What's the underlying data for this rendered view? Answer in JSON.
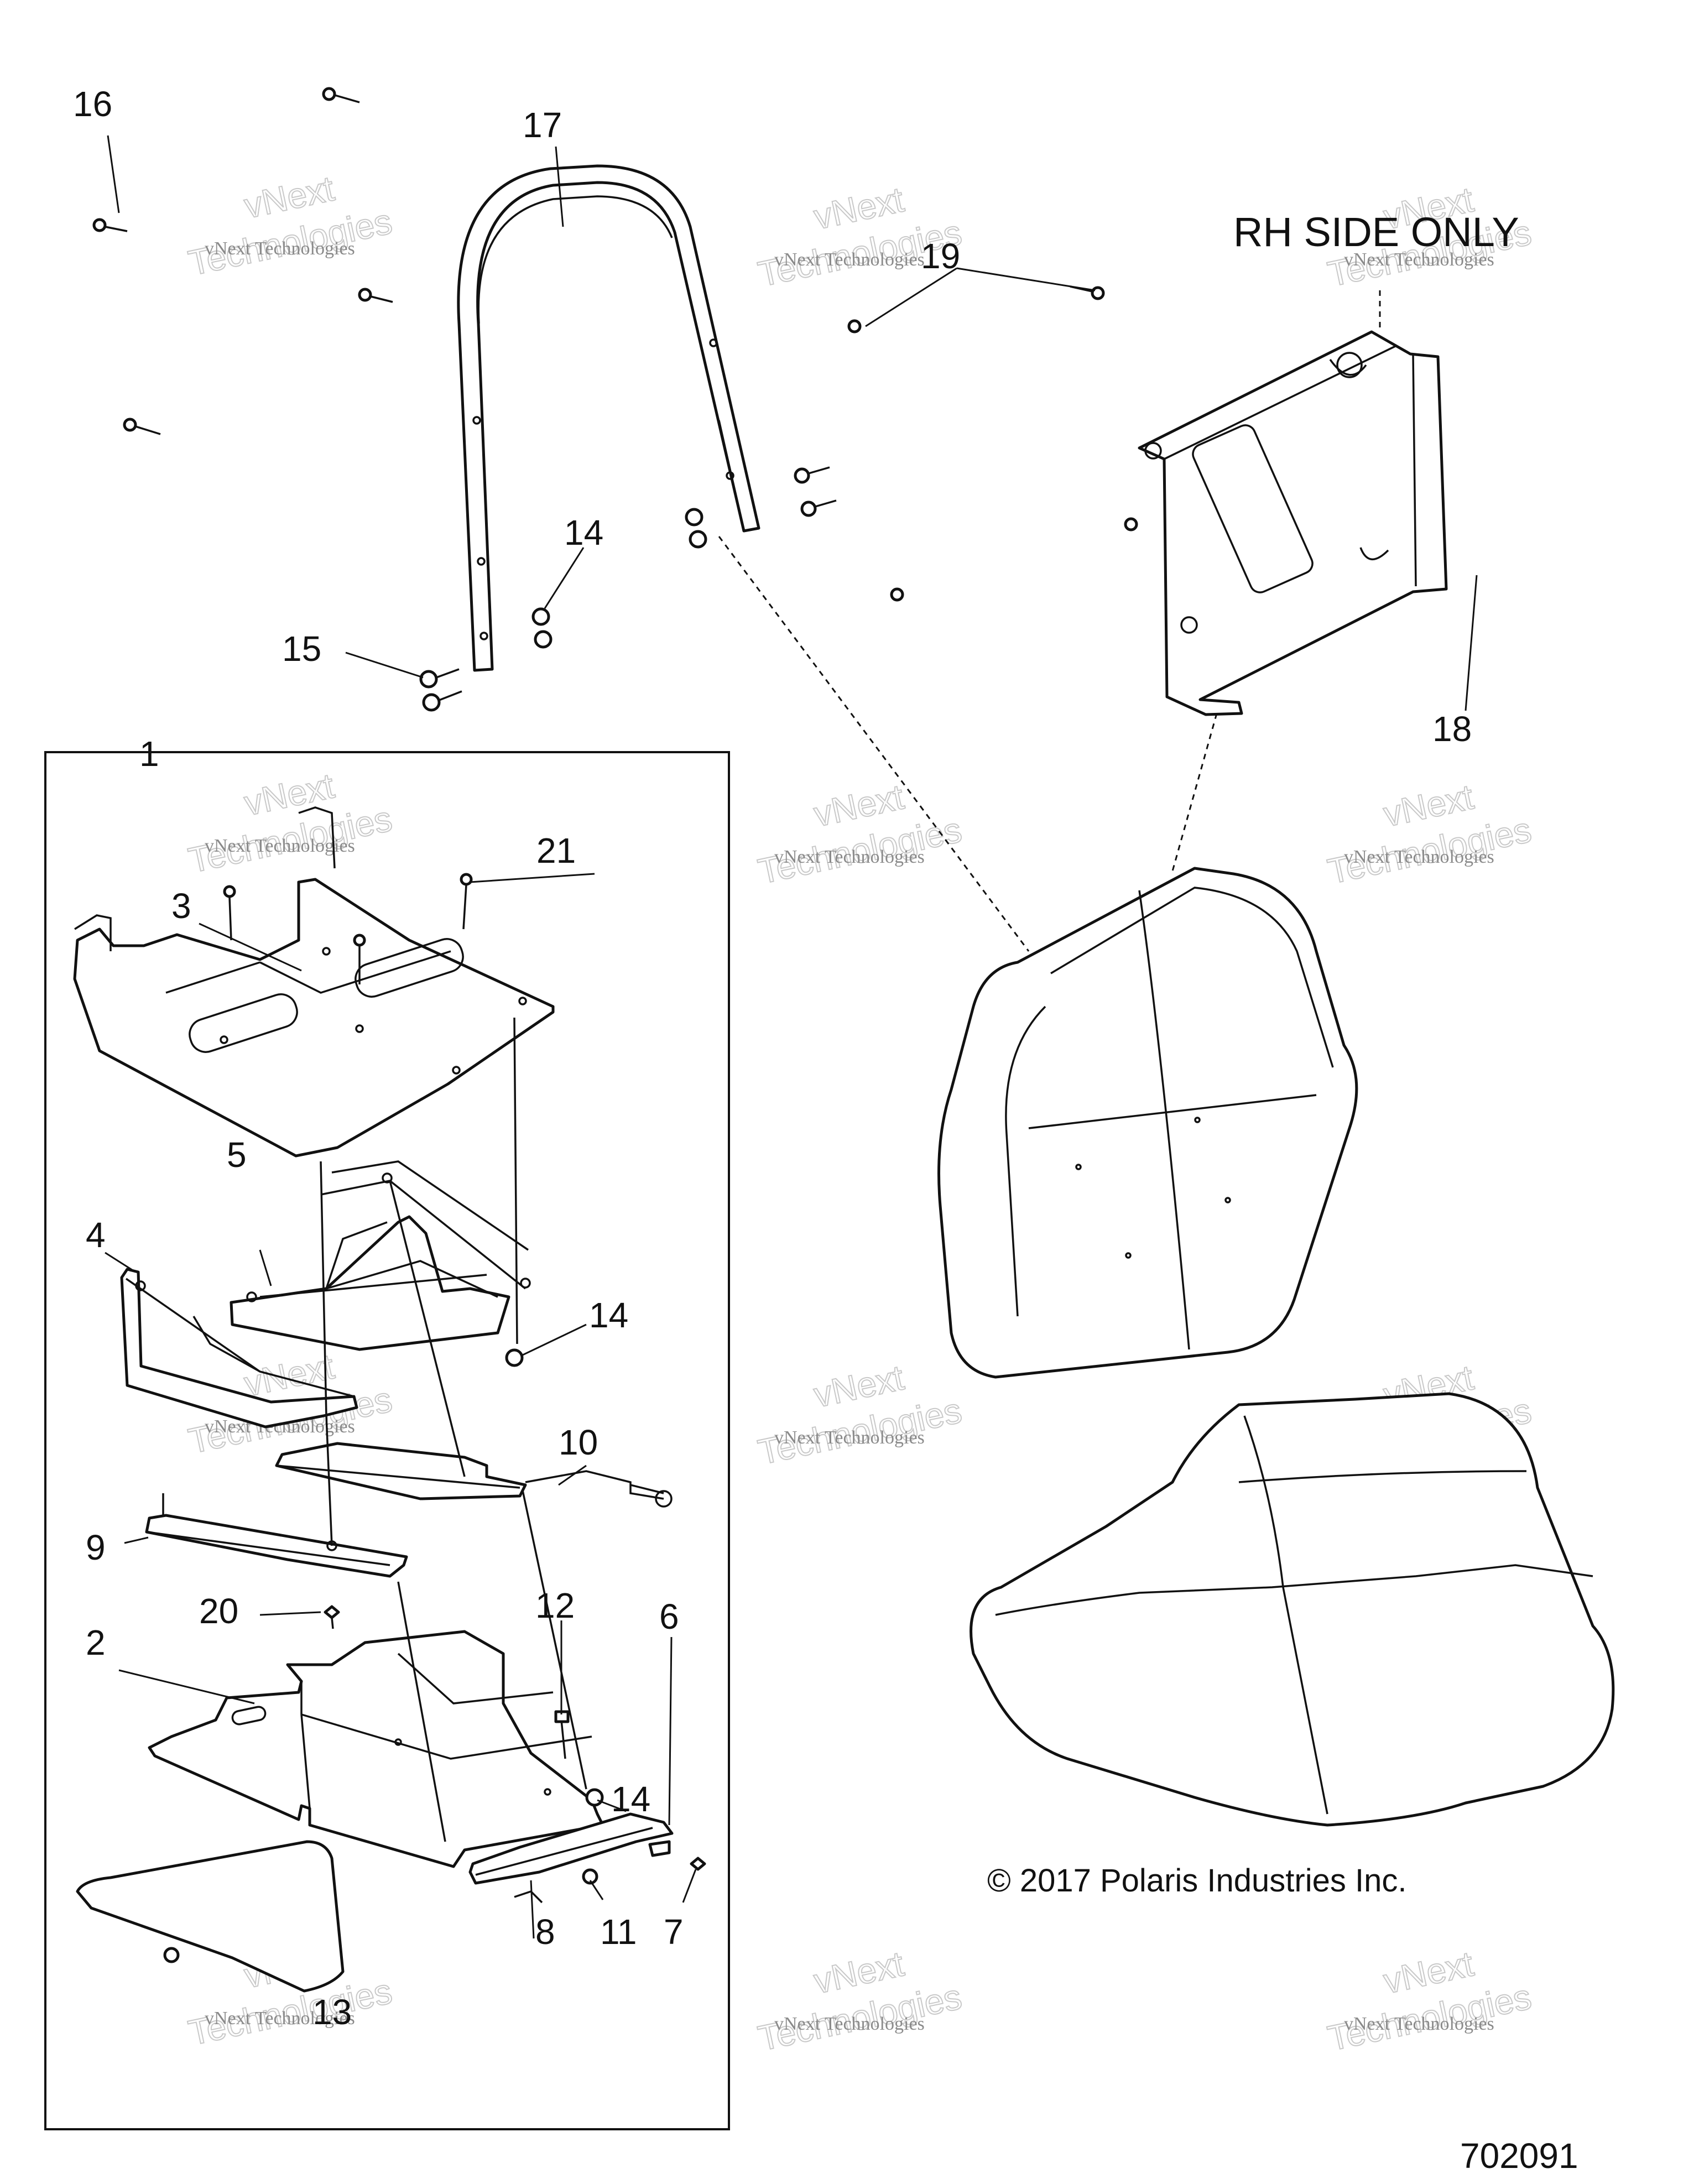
{
  "callouts": [
    {
      "label": "1"
    },
    {
      "label": "2"
    },
    {
      "label": "3"
    },
    {
      "label": "4"
    },
    {
      "label": "5"
    },
    {
      "label": "6"
    },
    {
      "label": "7"
    },
    {
      "label": "8"
    },
    {
      "label": "9"
    },
    {
      "label": "10"
    },
    {
      "label": "11"
    },
    {
      "label": "12"
    },
    {
      "label": "13"
    },
    {
      "label": "14"
    },
    {
      "label": "14"
    },
    {
      "label": "14"
    },
    {
      "label": "15"
    },
    {
      "label": "16"
    },
    {
      "label": "17"
    },
    {
      "label": "18"
    },
    {
      "label": "19"
    },
    {
      "label": "20"
    },
    {
      "label": "21"
    }
  ],
  "note_text": "RH SIDE ONLY",
  "copyright": "© 2017 Polaris Industries Inc.",
  "diagram_number": "702091",
  "watermark": {
    "line1": "vNext Technologies",
    "line2": "vNext",
    "line3": "Technologies"
  },
  "colors": {
    "line": "#111111",
    "background": "#ffffff",
    "watermark_outline": "#c9c9c9",
    "watermark_text": "#8a8a8a"
  }
}
